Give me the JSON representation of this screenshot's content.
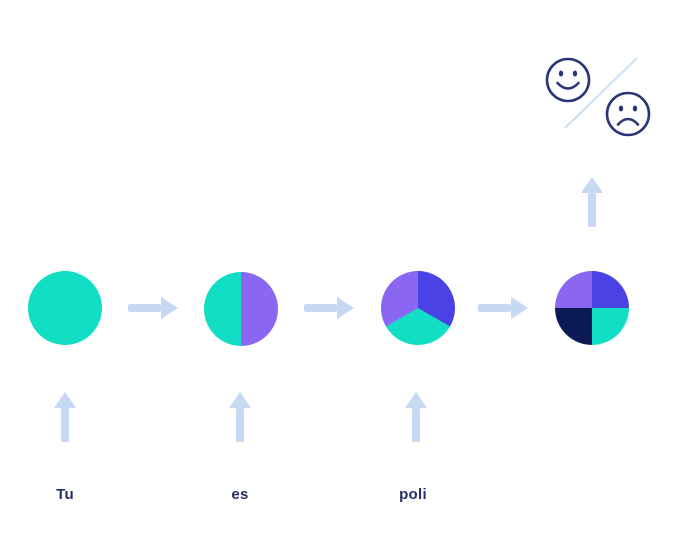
{
  "palette": {
    "teal": "#11DEC4",
    "purple": "#8A66F2",
    "indigo": "#4B42E6",
    "navy": "#0C1B55",
    "arrow_blue": "#C7D8F3",
    "slash_blue": "#CBDEF7",
    "face_stroke": "#2B3679",
    "label_text": "#273069",
    "background": "#FFFFFF"
  },
  "inputs": [
    {
      "label": "Tu"
    },
    {
      "label": "es"
    },
    {
      "label": "poli"
    }
  ],
  "states": [
    {
      "segments": [
        {
          "color": "teal",
          "fraction": 1
        }
      ]
    },
    {
      "segments": [
        {
          "color": "purple",
          "fraction": 0.5
        },
        {
          "color": "teal",
          "fraction": 0.5
        }
      ]
    },
    {
      "segments": [
        {
          "color": "indigo",
          "fraction": 0.3333
        },
        {
          "color": "teal",
          "fraction": 0.3334
        },
        {
          "color": "purple",
          "fraction": 0.3333
        }
      ]
    },
    {
      "segments": [
        {
          "color": "indigo",
          "fraction": 0.25
        },
        {
          "color": "teal",
          "fraction": 0.25
        },
        {
          "color": "navy",
          "fraction": 0.25
        },
        {
          "color": "purple",
          "fraction": 0.25
        }
      ]
    }
  ],
  "icons": {
    "happy": "happy-face-icon",
    "sad": "sad-face-icon",
    "divider": "slash-divider-icon"
  }
}
